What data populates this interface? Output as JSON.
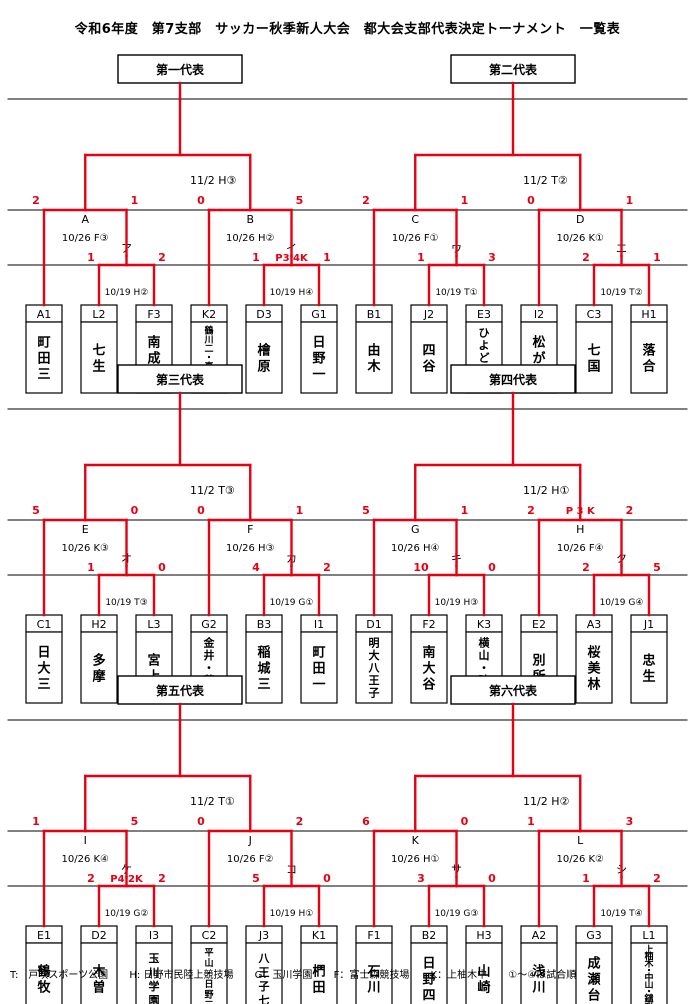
{
  "title": "令和6年度　第7支部　サッカー秋季新人大会　都大会支部代表決定トーナメント　一覧表",
  "footer": {
    "items": [
      "T:　戸吹スポーツ公園",
      "H: 日野市民陸上競技場",
      "G：玉川学園",
      "F：富士森競技場",
      "K：上柚木中",
      "①～④は試合順"
    ]
  },
  "colors": {
    "win": "#e60012",
    "line": "#000000",
    "score": "#e60012"
  },
  "sections": [
    {
      "reps": [
        "第一代表",
        "第二代表"
      ],
      "finals": [
        "11/2 H③",
        "11/2 T②"
      ],
      "teams": [
        {
          "code": "A1",
          "name": "町田三"
        },
        {
          "code": "L2",
          "name": "七生"
        },
        {
          "code": "F3",
          "name": "南成瀬"
        },
        {
          "code": "K2",
          "name": "鶴川二・真光寺"
        },
        {
          "code": "D3",
          "name": "檜原"
        },
        {
          "code": "G1",
          "name": "日野一"
        },
        {
          "code": "B1",
          "name": "由木"
        },
        {
          "code": "J2",
          "name": "四谷"
        },
        {
          "code": "E3",
          "name": "ひよどり山"
        },
        {
          "code": "I2",
          "name": "松が谷"
        },
        {
          "code": "C3",
          "name": "七国"
        },
        {
          "code": "H1",
          "name": "落合"
        }
      ],
      "semis": [
        {
          "id": "A",
          "info": "10/26 F③",
          "sl": "2",
          "sr": "1"
        },
        {
          "id": "B",
          "info": "10/26 H②",
          "sl": "0",
          "sr": "5"
        },
        {
          "id": "C",
          "info": "10/26 F①",
          "sl": "2",
          "sr": "1"
        },
        {
          "id": "D",
          "info": "10/26 K①",
          "sl": "0",
          "sr": "1"
        }
      ],
      "firsts": [
        {
          "id": "ア",
          "info": "10/19 H②",
          "sl": "1",
          "sr": "2",
          "pk": ""
        },
        {
          "id": "イ",
          "info": "10/19 H④",
          "sl": "1",
          "sr": "1",
          "pk": "P3 4K"
        },
        {
          "id": "ウ",
          "info": "10/19 T①",
          "sl": "1",
          "sr": "3",
          "pk": ""
        },
        {
          "id": "エ",
          "info": "10/19 T②",
          "sl": "2",
          "sr": "1",
          "pk": ""
        }
      ]
    },
    {
      "reps": [
        "第三代表",
        "第四代表"
      ],
      "finals": [
        "11/2 T③",
        "11/2 H①"
      ],
      "teams": [
        {
          "code": "C1",
          "name": "日大三"
        },
        {
          "code": "H2",
          "name": "多摩"
        },
        {
          "code": "L3",
          "name": "宮上"
        },
        {
          "code": "G2",
          "name": "金井・薬師"
        },
        {
          "code": "B3",
          "name": "稲城三"
        },
        {
          "code": "I1",
          "name": "町田一"
        },
        {
          "code": "D1",
          "name": "明大八王子"
        },
        {
          "code": "F2",
          "name": "南大谷"
        },
        {
          "code": "K3",
          "name": "横山・陵南"
        },
        {
          "code": "E2",
          "name": "別所"
        },
        {
          "code": "A3",
          "name": "桜美林"
        },
        {
          "code": "J1",
          "name": "忠生"
        }
      ],
      "semis": [
        {
          "id": "E",
          "info": "10/26 K③",
          "sl": "5",
          "sr": "0"
        },
        {
          "id": "F",
          "info": "10/26 H③",
          "sl": "0",
          "sr": "1"
        },
        {
          "id": "G",
          "info": "10/26 H④",
          "sl": "5",
          "sr": "1"
        },
        {
          "id": "H",
          "info": "10/26 F④",
          "sl": "2",
          "sr": "2",
          "pk": "P 3 K"
        }
      ],
      "firsts": [
        {
          "id": "オ",
          "info": "10/19 T③",
          "sl": "1",
          "sr": "0",
          "pk": ""
        },
        {
          "id": "カ",
          "info": "10/19 G①",
          "sl": "4",
          "sr": "2",
          "pk": ""
        },
        {
          "id": "キ",
          "info": "10/19 H③",
          "sl": "10",
          "sr": "0",
          "pk": ""
        },
        {
          "id": "ク",
          "info": "10/19 G④",
          "sl": "2",
          "sr": "5",
          "pk": ""
        }
      ]
    },
    {
      "reps": [
        "第五代表",
        "第六代表"
      ],
      "finals": [
        "11/2 T①",
        "11/2 H②"
      ],
      "teams": [
        {
          "code": "E1",
          "name": "鶴牧"
        },
        {
          "code": "D2",
          "name": "木曽"
        },
        {
          "code": "I3",
          "name": "玉川学園"
        },
        {
          "code": "C2",
          "name": "平山・日野三"
        },
        {
          "code": "J3",
          "name": "八王子七"
        },
        {
          "code": "K1",
          "name": "椚田"
        },
        {
          "code": "F1",
          "name": "石川"
        },
        {
          "code": "B2",
          "name": "日野四"
        },
        {
          "code": "H3",
          "name": "山崎"
        },
        {
          "code": "A2",
          "name": "浅川"
        },
        {
          "code": "G3",
          "name": "成瀬台"
        },
        {
          "code": "L1",
          "name": "上柚木・中山・鑓水"
        }
      ],
      "semis": [
        {
          "id": "I",
          "info": "10/26 K④",
          "sl": "1",
          "sr": "5"
        },
        {
          "id": "J",
          "info": "10/26 F②",
          "sl": "0",
          "sr": "2"
        },
        {
          "id": "K",
          "info": "10/26 H①",
          "sl": "6",
          "sr": "0"
        },
        {
          "id": "L",
          "info": "10/26 K②",
          "sl": "1",
          "sr": "3"
        }
      ],
      "firsts": [
        {
          "id": "ケ",
          "info": "10/19 G②",
          "sl": "2",
          "sr": "2",
          "pk": "P4 2K"
        },
        {
          "id": "コ",
          "info": "10/19 H①",
          "sl": "5",
          "sr": "0",
          "pk": ""
        },
        {
          "id": "サ",
          "info": "10/19 G③",
          "sl": "3",
          "sr": "0",
          "pk": ""
        },
        {
          "id": "シ",
          "info": "10/19 T④",
          "sl": "1",
          "sr": "2",
          "pk": ""
        }
      ]
    }
  ]
}
